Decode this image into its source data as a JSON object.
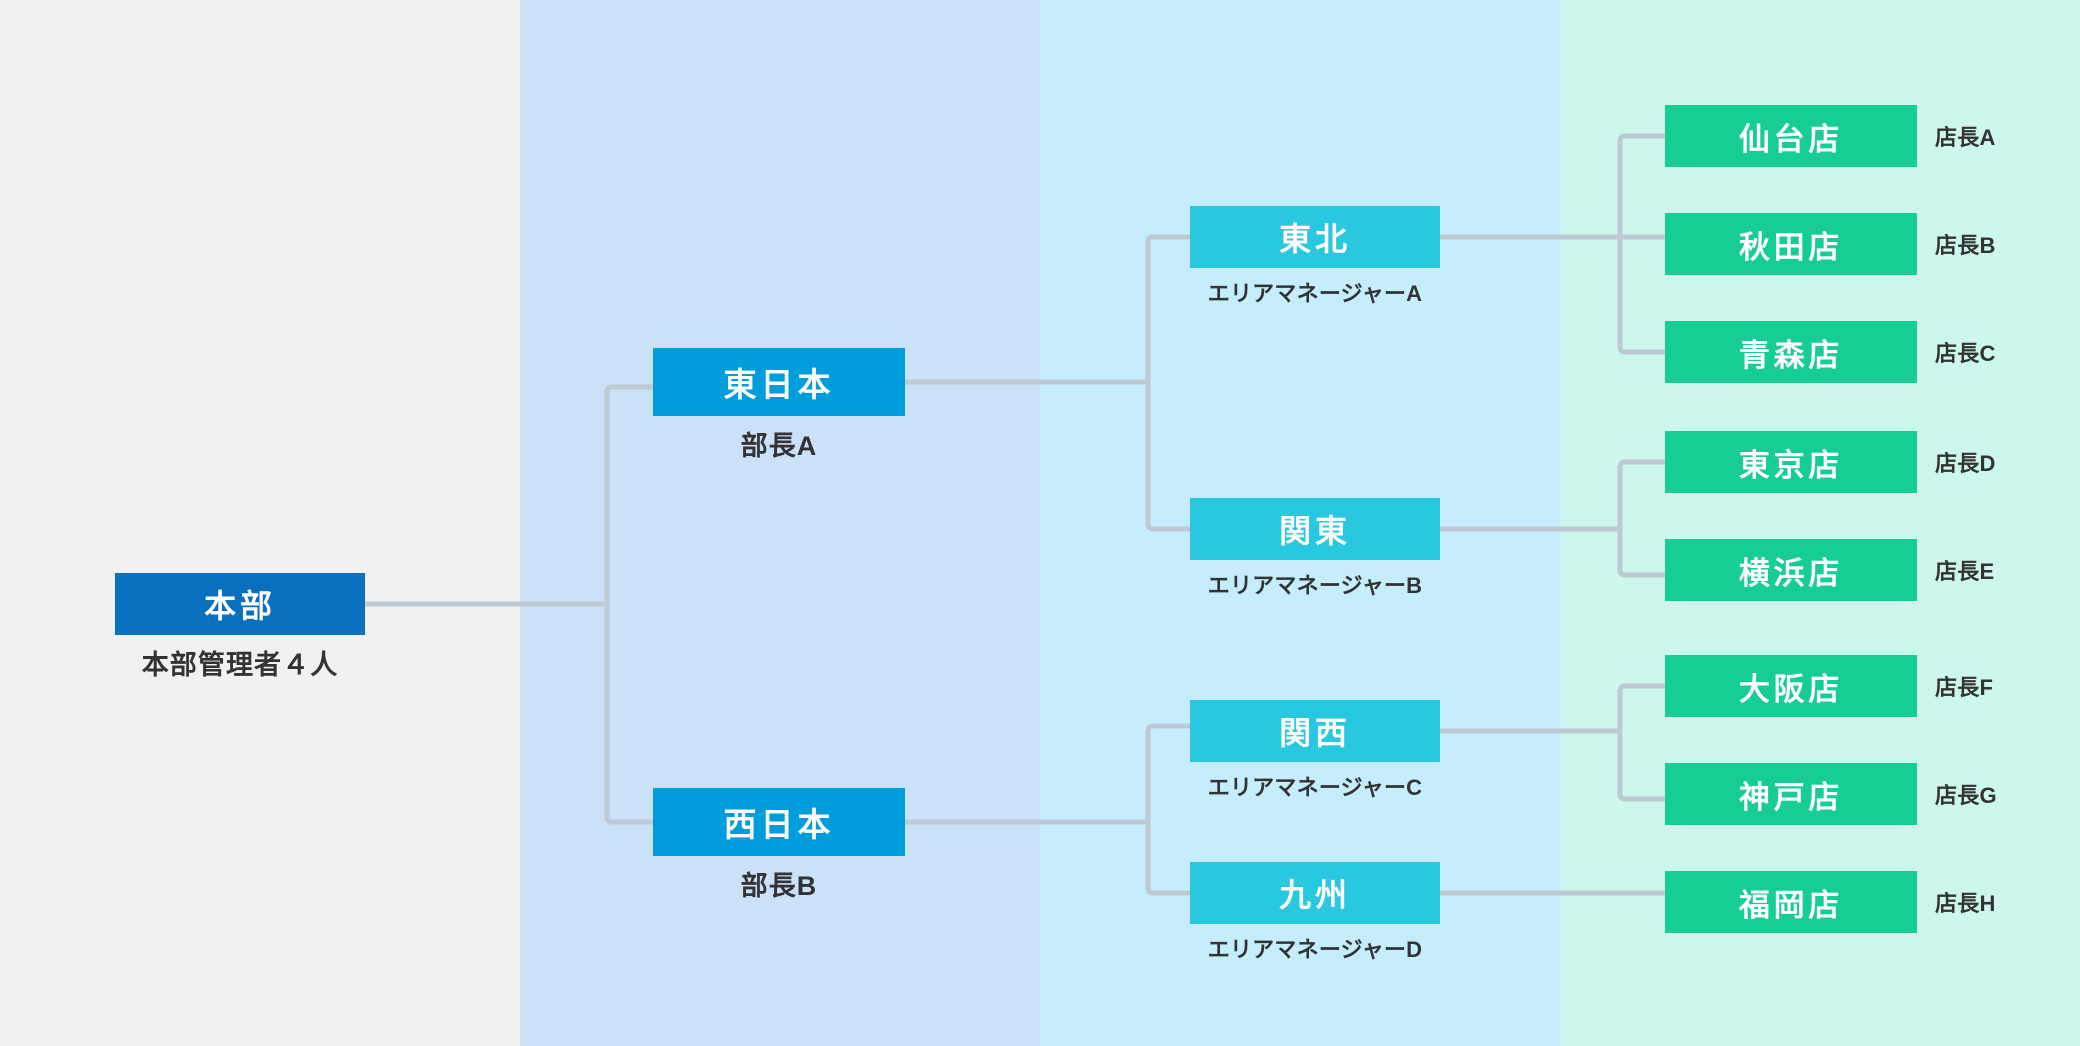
{
  "chart_data": {
    "type": "diagram",
    "diagram_kind": "organization-chart",
    "orientation": "left-to-right",
    "levels": 4,
    "link_color": "#bfc9d4"
  },
  "bands": [
    {
      "name": "headquarters-band",
      "color": "#f1f1f1"
    },
    {
      "name": "division-band",
      "color": "#cbe1f8"
    },
    {
      "name": "area-band",
      "color": "#c5edfc"
    },
    {
      "name": "store-band",
      "color": "#cdf7ec"
    }
  ],
  "hq": {
    "title": "本部",
    "subtitle": "本部管理者４人",
    "color": "#0970c0"
  },
  "divisions": [
    {
      "title": "東日本",
      "subtitle": "部長A",
      "color": "#009ddc"
    },
    {
      "title": "西日本",
      "subtitle": "部長B",
      "color": "#009ddc"
    }
  ],
  "areas": [
    {
      "title": "東北",
      "subtitle": "エリアマネージャーA",
      "color": "#28c8e0"
    },
    {
      "title": "関東",
      "subtitle": "エリアマネージャーB",
      "color": "#28c8e0"
    },
    {
      "title": "関西",
      "subtitle": "エリアマネージャーC",
      "color": "#28c8e0"
    },
    {
      "title": "九州",
      "subtitle": "エリアマネージャーD",
      "color": "#28c8e0"
    }
  ],
  "stores": [
    {
      "title": "仙台店",
      "manager": "店長A",
      "color": "#16cd96"
    },
    {
      "title": "秋田店",
      "manager": "店長B",
      "color": "#16cd96"
    },
    {
      "title": "青森店",
      "manager": "店長C",
      "color": "#16cd96"
    },
    {
      "title": "東京店",
      "manager": "店長D",
      "color": "#16cd96"
    },
    {
      "title": "横浜店",
      "manager": "店長E",
      "color": "#16cd96"
    },
    {
      "title": "大阪店",
      "manager": "店長F",
      "color": "#16cd96"
    },
    {
      "title": "神戸店",
      "manager": "店長G",
      "color": "#16cd96"
    },
    {
      "title": "福岡店",
      "manager": "店長H",
      "color": "#16cd96"
    }
  ]
}
